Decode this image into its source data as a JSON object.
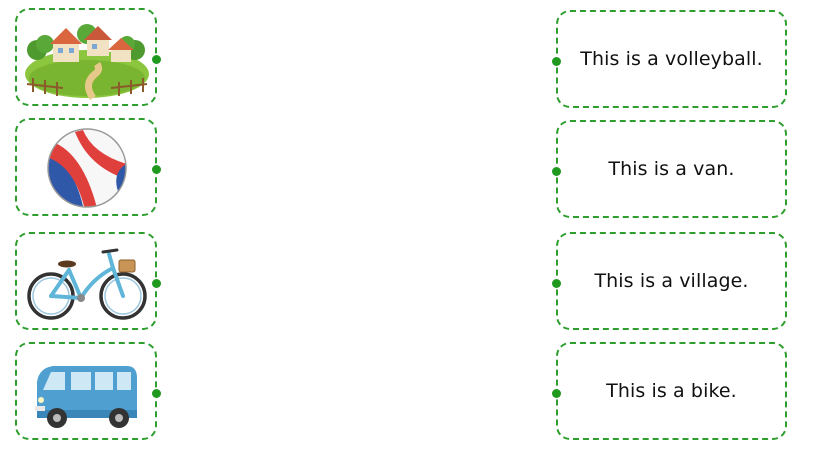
{
  "pictures": [
    {
      "name": "village",
      "icon": "village-icon"
    },
    {
      "name": "volleyball",
      "icon": "volleyball-icon"
    },
    {
      "name": "bike",
      "icon": "bike-icon"
    },
    {
      "name": "van",
      "icon": "van-icon"
    }
  ],
  "sentences": [
    "This is a volleyball.",
    "This is a van.",
    "This is a village.",
    "This is a bike."
  ],
  "colors": {
    "border": "#2e9e2e",
    "dot": "#1f9a1f"
  }
}
